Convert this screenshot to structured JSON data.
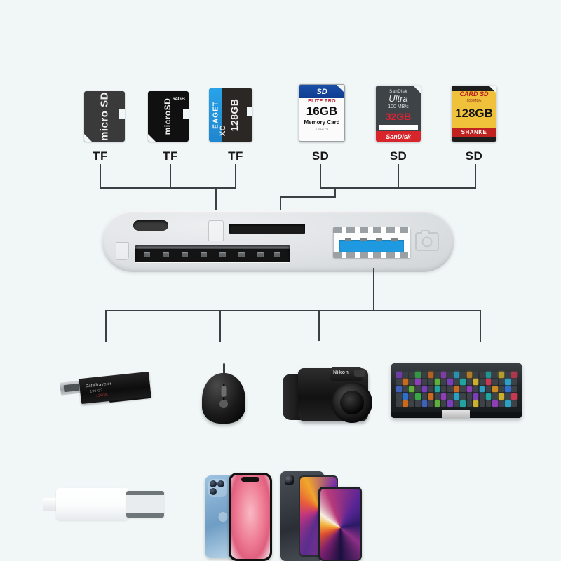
{
  "background_color": "#f1f6f7",
  "line_color": "#3a4044",
  "top_cards": [
    {
      "label": "TF",
      "type": "microsd",
      "brand": "",
      "face_text": "micro SD",
      "capacity": "",
      "color": "#3a3a3a"
    },
    {
      "label": "TF",
      "type": "microsd",
      "brand": "",
      "face_text": "microSD",
      "capacity": "64GB",
      "color": "#101010"
    },
    {
      "label": "TF",
      "type": "microsd",
      "brand": "EAGET",
      "face_text": "XC",
      "capacity": "128GB",
      "color": "#2b2724",
      "accent": "#29a3e8"
    },
    {
      "label": "SD",
      "type": "sd",
      "brand": "",
      "header": "SD",
      "series": "ELITE PRO",
      "capacity": "16GB",
      "face_text": "Memory Card",
      "fine_print": "X-3IN1 C3",
      "color": "#fbfbfb",
      "accent": "#0f3d91"
    },
    {
      "label": "SD",
      "type": "sd",
      "brand": "SanDisk",
      "series": "Ultra",
      "speed": "100 MB/s",
      "capacity": "32GB",
      "color": "#3d4347",
      "accent": "#d8242b"
    },
    {
      "label": "SD",
      "type": "sd",
      "brand": "SHANKE",
      "series": "CARD SD",
      "speed": "100 MB/s",
      "capacity": "128GB",
      "color": "#f0c23c",
      "accent": "#c0231f"
    }
  ],
  "hub": {
    "name": "multi-port card reader hub",
    "ports": [
      {
        "name": "usb-c-port",
        "label": "USB-C"
      },
      {
        "name": "tf-card-slot",
        "label": "TF"
      },
      {
        "name": "sd-card-slot",
        "label": "SD"
      },
      {
        "name": "usb-a-port",
        "label": "USB 3.0",
        "accent": "#1f9ae0"
      }
    ],
    "icons": [
      "tf-card-icon",
      "sd-card-icon",
      "camera-icon"
    ],
    "body_color": "#dfe2e4"
  },
  "peripherals": [
    {
      "name": "usb-flash-drive",
      "brand": "DataTraveler",
      "model": "100 G3",
      "capacity": "128GB"
    },
    {
      "name": "computer-mouse",
      "brand": ""
    },
    {
      "name": "dslr-camera",
      "brand": "Nikon"
    },
    {
      "name": "mechanical-keyboard",
      "brand": ""
    }
  ],
  "bottom_devices": [
    {
      "name": "usb-c-cable",
      "label": ""
    },
    {
      "name": "smartphone-pair",
      "label": ""
    },
    {
      "name": "tablet-pair",
      "label": ""
    }
  ]
}
